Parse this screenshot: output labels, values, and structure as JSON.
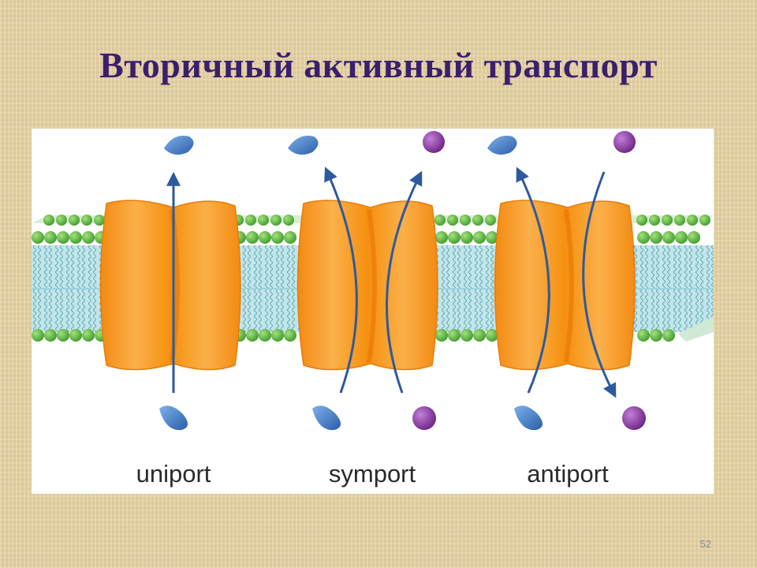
{
  "slide": {
    "title": "Вторичный активный транспорт",
    "page_number": "52"
  },
  "diagram": {
    "labels": {
      "uniport": "uniport",
      "symport": "symport",
      "antiport": "antiport"
    },
    "colors": {
      "protein_orange": "#f7941d",
      "protein_dark": "#ea7a0c",
      "lipid_head_green": "#6cc24a",
      "tail_blue": "#bfe5ee",
      "arrow_blue": "#2d5a9e",
      "ion_blue": "#3f78c3",
      "ion_purple": "#8a3fa3"
    },
    "transporters": [
      {
        "type": "uniport",
        "molecules": [
          "blue-ion"
        ],
        "direction": "inward-to-outward"
      },
      {
        "type": "symport",
        "molecules": [
          "blue-ion",
          "purple-ion"
        ],
        "direction": "both-outward"
      },
      {
        "type": "antiport",
        "molecules": [
          "blue-ion",
          "purple-ion"
        ],
        "direction": "opposite"
      }
    ]
  }
}
